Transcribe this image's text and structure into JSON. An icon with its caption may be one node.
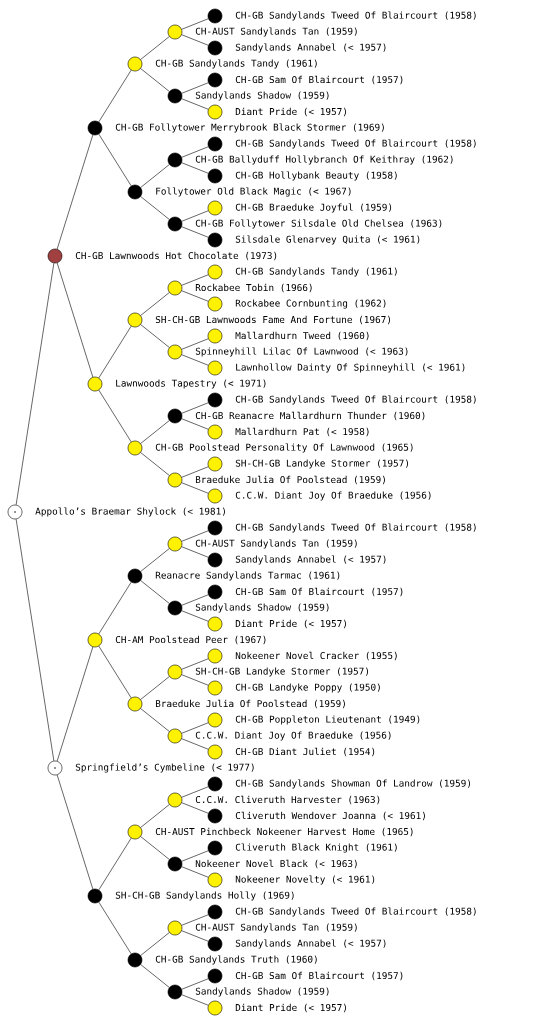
{
  "diagram": {
    "nodes": [
      {
        "text": [
          "CH-GB Sandylands Tweed Of Blaircourt (1958)"
        ]
      },
      {
        "text": [
          "CH-AUST Sandylands Tan (1959)"
        ]
      },
      {
        "text": [
          "Sandylands Annabel (< 1957)"
        ]
      },
      {
        "text": [
          "CH-GB Sandylands Tandy (1961)"
        ]
      },
      {
        "text": [
          "CH-GB Sam Of Blaircourt (1957)"
        ]
      },
      {
        "text": [
          "Sandylands Shadow (1959)"
        ]
      },
      {
        "text": [
          "Diant Pride (< 1957)"
        ]
      },
      {
        "text": [
          "CH-GB Follytower Merrybrook Black Stormer (1969)"
        ]
      },
      {
        "text": [
          "CH-GB Sandylands Tweed Of Blaircourt (1958)"
        ]
      },
      {
        "text": [
          "CH-GB Ballyduff Hollybranch Of Keithray (1962)"
        ]
      },
      {
        "text": [
          "CH-GB Hollybank Beauty (1958)"
        ]
      },
      {
        "text": [
          "Follytower Old Black Magic (< 1967)"
        ]
      },
      {
        "text": [
          "CH-GB Braeduke Joyful (1959)"
        ]
      },
      {
        "text": [
          "CH-GB Follytower Silsdale Old Chelsea (1963)"
        ]
      },
      {
        "text": [
          "Silsdale Glenarvey Quita (< 1961)"
        ]
      },
      {
        "text": [
          "CH-GB Lawnwoods Hot Chocolate (1973)"
        ]
      },
      {
        "text": [
          "CH-GB Sandylands Tandy (1961)"
        ]
      },
      {
        "text": [
          "Rockabee Tobin (1966)"
        ]
      },
      {
        "text": [
          "Rockabee Cornbunting (1962)"
        ]
      },
      {
        "text": [
          "SH-CH-GB Lawnwoods Fame And Fortune (1967)"
        ]
      },
      {
        "text": [
          "Mallardhurn Tweed (1960)"
        ]
      },
      {
        "text": [
          "Spinneyhill Lilac Of Lawnwood (< 1963)"
        ]
      },
      {
        "text": [
          "Lawnhollow Dainty Of Spinneyhill (< 1961)"
        ]
      },
      {
        "text": [
          "Lawnwoods Tapestry (< 1971)"
        ]
      },
      {
        "text": [
          "CH-GB Sandylands Tweed Of Blaircourt (1958)"
        ]
      },
      {
        "text": [
          "CH-GB Reanacre Mallardhurn Thunder (1960)"
        ]
      },
      {
        "text": [
          "Mallardhurn Pat (< 1958)"
        ]
      },
      {
        "text": [
          "CH-GB Poolstead Personality Of Lawnwood (1965)"
        ]
      },
      {
        "text": [
          "SH-CH-GB Landyke Stormer (1957)"
        ]
      },
      {
        "text": [
          "Braeduke Julia Of Poolstead (1959)"
        ]
      },
      {
        "text": [
          "C.C.W. Diant Joy Of Braeduke (1956)"
        ]
      },
      {
        "text": [
          "Appollo’s Braemar Shylock (< 1981)"
        ]
      },
      {
        "text": [
          "CH-GB Sandylands Tweed Of Blaircourt (1958)"
        ]
      },
      {
        "text": [
          "CH-AUST Sandylands Tan (1959)"
        ]
      },
      {
        "text": [
          "Sandylands Annabel (< 1957)"
        ]
      },
      {
        "text": [
          "Reanacre Sandylands Tarmac (1961)"
        ]
      },
      {
        "text": [
          "CH-GB Sam Of Blaircourt (1957)"
        ]
      },
      {
        "text": [
          "Sandylands Shadow (1959)"
        ]
      },
      {
        "text": [
          "Diant Pride (< 1957)"
        ]
      },
      {
        "text": [
          "CH-AM Poolstead Peer (1967)"
        ]
      },
      {
        "text": [
          "Nokeener Novel Cracker (1955)"
        ]
      },
      {
        "text": [
          "SH-CH-GB Landyke Stormer (1957)"
        ]
      },
      {
        "text": [
          "CH-GB Landyke Poppy (1950)"
        ]
      },
      {
        "text": [
          "Braeduke Julia Of Poolstead (1959)"
        ]
      },
      {
        "text": [
          "CH-GB Poppleton Lieutenant (1949)"
        ]
      },
      {
        "text": [
          "C.C.W. Diant Joy Of Braeduke (1956)"
        ]
      },
      {
        "text": [
          "CH-GB Diant Juliet (1954)"
        ]
      },
      {
        "text": [
          "Springfield’s Cymbeline (< 1977)"
        ]
      },
      {
        "text": [
          "CH-GB Sandylands Showman Of Landrow (1959)"
        ]
      },
      {
        "text": [
          "C.C.W. Cliveruth Harvester (1963)"
        ]
      },
      {
        "text": [
          "Cliveruth Wendover Joanna (< 1961)"
        ]
      },
      {
        "text": [
          "CH-AUST Pinchbeck Nokeener Harvest Home (1965)"
        ]
      },
      {
        "text": [
          "Cliveruth Black Knight (1961)"
        ]
      },
      {
        "text": [
          "Nokeener Novel Black (< 1963)"
        ]
      },
      {
        "text": [
          "Nokeener Novelty (< 1961)"
        ]
      },
      {
        "text": [
          "SH-CH-GB Sandylands Holly (1969)"
        ]
      },
      {
        "text": [
          "CH-GB Sandylands Tweed Of Blaircourt (1958)"
        ]
      },
      {
        "text": [
          "CH-AUST Sandylands Tan (1959)"
        ]
      },
      {
        "text": [
          "Sandylands Annabel (< 1957)"
        ]
      },
      {
        "text": [
          "CH-GB Sandylands Truth (1960)"
        ]
      },
      {
        "text": [
          "CH-GB Sam Of Blaircourt (1957)"
        ]
      },
      {
        "text": [
          "Sandylands Shadow (1959)"
        ]
      },
      {
        "text": [
          "Diant Pride (< 1957)"
        ]
      }
    ],
    "edges": [
      {
        "from": 31,
        "to": 15,
        "arrow": "none"
      },
      {
        "from": 31,
        "to": 47,
        "arrow": "none"
      },
      {
        "from": 15,
        "to": 7,
        "arrow": "none"
      },
      {
        "from": 15,
        "to": 23,
        "arrow": "none"
      },
      {
        "from": 47,
        "to": 39,
        "arrow": "none"
      },
      {
        "from": 47,
        "to": 55,
        "arrow": "none"
      },
      {
        "from": 7,
        "to": 3,
        "arrow": "none"
      },
      {
        "from": 7,
        "to": 11,
        "arrow": "none"
      },
      {
        "from": 23,
        "to": 19,
        "arrow": "none"
      },
      {
        "from": 23,
        "to": 27,
        "arrow": "none"
      },
      {
        "from": 39,
        "to": 35,
        "arrow": "none"
      },
      {
        "from": 39,
        "to": 43,
        "arrow": "none"
      },
      {
        "from": 55,
        "to": 51,
        "arrow": "none"
      },
      {
        "from": 55,
        "to": 59,
        "arrow": "none"
      },
      {
        "from": 3,
        "to": 1,
        "arrow": "none"
      },
      {
        "from": 3,
        "to": 5,
        "arrow": "none"
      },
      {
        "from": 11,
        "to": 9,
        "arrow": "none"
      },
      {
        "from": 11,
        "to": 13,
        "arrow": "none"
      },
      {
        "from": 19,
        "to": 17,
        "arrow": "none"
      },
      {
        "from": 19,
        "to": 21,
        "arrow": "none"
      },
      {
        "from": 27,
        "to": 25,
        "arrow": "none"
      },
      {
        "from": 27,
        "to": 29,
        "arrow": "none"
      },
      {
        "from": 35,
        "to": 33,
        "arrow": "none"
      },
      {
        "from": 35,
        "to": 37,
        "arrow": "none"
      },
      {
        "from": 43,
        "to": 41,
        "arrow": "none"
      },
      {
        "from": 43,
        "to": 45,
        "arrow": "none"
      },
      {
        "from": 51,
        "to": 49,
        "arrow": "none"
      },
      {
        "from": 51,
        "to": 53,
        "arrow": "none"
      },
      {
        "from": 59,
        "to": 57,
        "arrow": "none"
      },
      {
        "from": 59,
        "to": 61,
        "arrow": "none"
      },
      {
        "from": 1,
        "to": 0,
        "arrow": "none"
      },
      {
        "from": 1,
        "to": 2,
        "arrow": "none"
      },
      {
        "from": 5,
        "to": 4,
        "arrow": "none"
      },
      {
        "from": 5,
        "to": 6,
        "arrow": "none"
      },
      {
        "from": 9,
        "to": 8,
        "arrow": "none"
      },
      {
        "from": 9,
        "to": 10,
        "arrow": "none"
      },
      {
        "from": 13,
        "to": 12,
        "arrow": "none"
      },
      {
        "from": 13,
        "to": 14,
        "arrow": "none"
      },
      {
        "from": 17,
        "to": 16,
        "arrow": "none"
      },
      {
        "from": 17,
        "to": 18,
        "arrow": "none"
      },
      {
        "from": 21,
        "to": 20,
        "arrow": "none"
      },
      {
        "from": 21,
        "to": 22,
        "arrow": "none"
      },
      {
        "from": 25,
        "to": 24,
        "arrow": "none"
      },
      {
        "from": 25,
        "to": 26,
        "arrow": "none"
      },
      {
        "from": 29,
        "to": 28,
        "arrow": "none"
      },
      {
        "from": 29,
        "to": 30,
        "arrow": "none"
      },
      {
        "from": 33,
        "to": 32,
        "arrow": "none"
      },
      {
        "from": 33,
        "to": 34,
        "arrow": "none"
      },
      {
        "from": 37,
        "to": 36,
        "arrow": "none"
      },
      {
        "from": 37,
        "to": 38,
        "arrow": "none"
      },
      {
        "from": 41,
        "to": 40,
        "arrow": "none"
      },
      {
        "from": 41,
        "to": 42,
        "arrow": "none"
      },
      {
        "from": 45,
        "to": 44,
        "arrow": "none"
      },
      {
        "from": 45,
        "to": 46,
        "arrow": "none"
      },
      {
        "from": 49,
        "to": 48,
        "arrow": "none"
      },
      {
        "from": 49,
        "to": 50,
        "arrow": "none"
      },
      {
        "from": 53,
        "to": 52,
        "arrow": "none"
      },
      {
        "from": 53,
        "to": 54,
        "arrow": "none"
      },
      {
        "from": 57,
        "to": 56,
        "arrow": "none"
      },
      {
        "from": 57,
        "to": 58,
        "arrow": "none"
      },
      {
        "from": 61,
        "to": 60,
        "arrow": "none"
      },
      {
        "from": 61,
        "to": 62,
        "arrow": "none"
      }
    ]
  }
}
